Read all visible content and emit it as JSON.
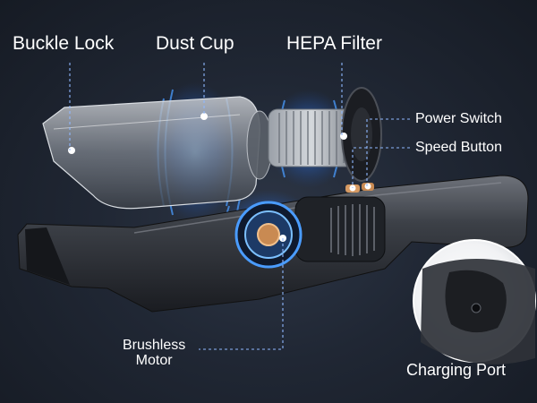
{
  "labels": {
    "buckle_lock": "Buckle Lock",
    "dust_cup": "Dust Cup",
    "hepa_filter": "HEPA Filter",
    "power_switch": "Power Switch",
    "speed_button": "Speed Button",
    "motor_line1": "Brushless",
    "motor_line2": "Motor",
    "charging_port": "Charging Port"
  },
  "colors": {
    "background": "#1c222d",
    "body": "#3a3d44",
    "glow": "#3a8dff",
    "accent": "#c98a52",
    "leader": "#8fb8ff"
  }
}
